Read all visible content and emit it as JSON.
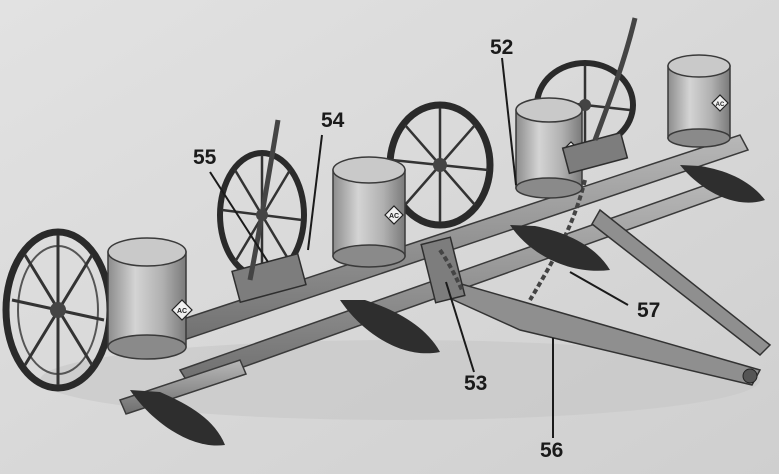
{
  "photo": {
    "subject": "planter-machinery-photo",
    "palette": {
      "paper": "#d9d9d9",
      "metal": "#9a9a9a",
      "dark": "#2e2e2e",
      "canister": "#b9b9b9",
      "ink": "#1a1a1a"
    }
  },
  "callouts": {
    "c52": "52",
    "c53": "53",
    "c54": "54",
    "c55": "55",
    "c56": "56",
    "c57": "57"
  },
  "emblem": {
    "text": "AC"
  }
}
